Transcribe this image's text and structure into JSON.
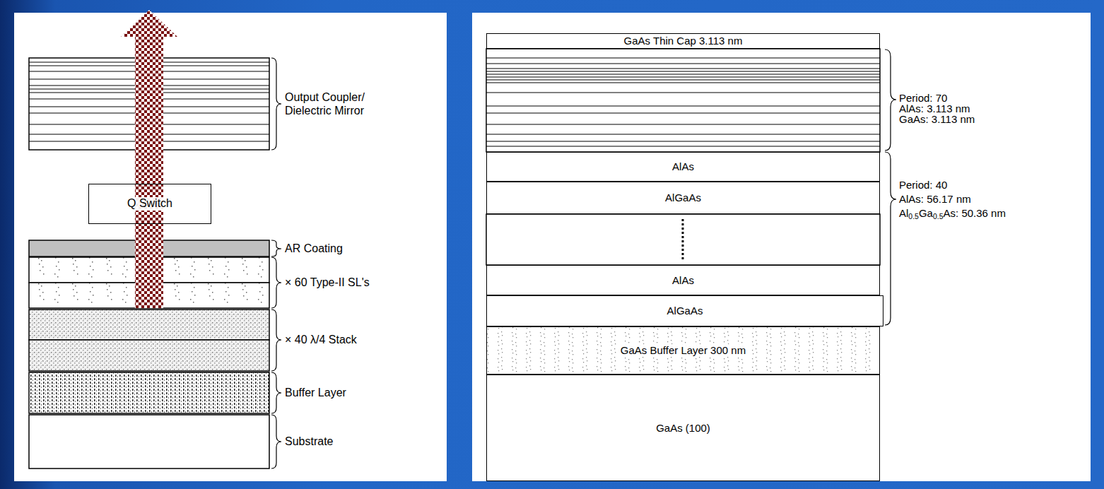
{
  "diagram": {
    "nodes": [
      {
        "text": [
          "Q Switch"
        ]
      },
      {
        "text": [
          "GaAs Thin Cap 3.113 nm"
        ]
      },
      {
        "text": [
          "AlAs"
        ]
      },
      {
        "text": [
          "AlGaAs"
        ]
      },
      {
        "text": [
          "AlAs"
        ]
      },
      {
        "text": [
          "AlGaAs"
        ]
      },
      {
        "text": [
          "GaAs Buffer Layer 300 nm"
        ]
      },
      {
        "text": [
          "GaAs (100)"
        ]
      }
    ],
    "labels": [
      "Output Coupler/ Dielectric Mirror",
      "AR Coating",
      "× 60 Type-II SL's",
      "× 40 λ/4 Stack",
      "Buffer Layer",
      "Substrate",
      "Period: 70",
      "AlAs: 3.113 nm",
      "GaAs: 3.113 nm",
      "Period: 40",
      "AlAs: 56.17 nm",
      "Al0.5Ga0.5As: 50.36 nm"
    ]
  }
}
